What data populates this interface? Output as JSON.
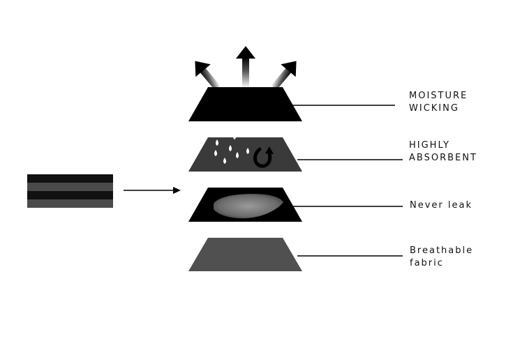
{
  "layers": [
    {
      "id": "moisture-wicking",
      "label_lines": [
        "MOISTURE",
        "WICKING"
      ]
    },
    {
      "id": "highly-absorbent",
      "label_lines": [
        "HIGHLY",
        "ABSORBENT"
      ]
    },
    {
      "id": "never-leak",
      "label_lines": [
        "Never leak"
      ]
    },
    {
      "id": "breathable-fabric",
      "label_lines": [
        "Breathable",
        "fabric"
      ]
    }
  ],
  "colors": {
    "layer_black": "#000000",
    "layer_dark_gray": "#3a3a3a",
    "layer_mid_gray": "#505050",
    "stack_dark": "#111111",
    "stack_gray": "#4a4a4a",
    "line": "#000000"
  },
  "icons": [
    "upward-arrow-icon",
    "water-drop-icon",
    "curved-arrow-icon",
    "absorbent-core-icon",
    "right-arrow-icon"
  ]
}
